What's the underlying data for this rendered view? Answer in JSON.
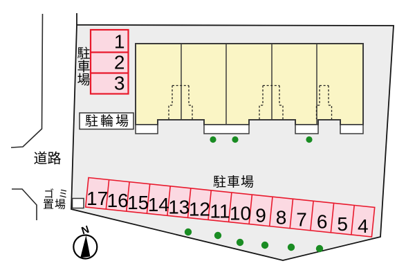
{
  "plan": {
    "road_label": "道路",
    "garbage_label_line1": "ゴミ",
    "garbage_label_line2": "置場",
    "bicycle_label": "駐輪場",
    "left_parking": {
      "title_chars": [
        "駐",
        "車",
        "場"
      ],
      "spaces": [
        "1",
        "2",
        "3"
      ]
    },
    "bottom_parking": {
      "title": "駐車場",
      "spaces": [
        "17",
        "16",
        "15",
        "14",
        "13",
        "12",
        "11",
        "10",
        "9",
        "8",
        "7",
        "6",
        "5",
        "4"
      ]
    },
    "compass": {
      "north_label": "N"
    },
    "building": {
      "unit_count": 5
    },
    "colors": {
      "site_fill": "#ededed",
      "building_fill": "#faf5c5",
      "porch_fill": "#ffffff",
      "parking_fill": "#fbd9e2",
      "parking_border": "#e8192c",
      "tree_green": "#1a8c23",
      "outline": "#333333"
    }
  }
}
